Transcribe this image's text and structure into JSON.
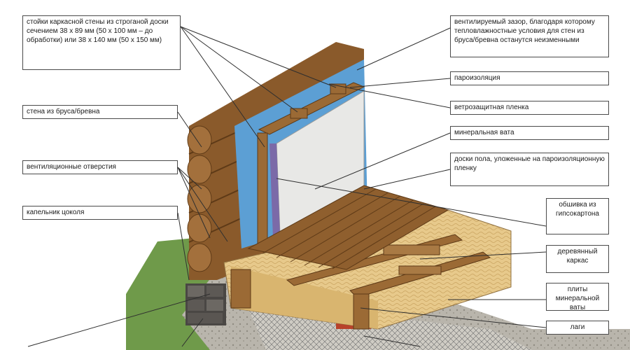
{
  "labels": {
    "studs": "стойки каркасной стены из строганой доски сечением 38 х 89 мм (50 х 100 мм – до обработки) или 38 х 140 мм (50 х 150 мм)",
    "log_wall": "стена из бруса/бревна",
    "vent_holes": "вентиляционные отверстия",
    "drip_edge": "капельник цоколя",
    "vent_gap": "вентилируемый зазор, благодаря которому тепловлажностные условия для стен из бруса/бревна останутся неизменными",
    "vapor_barrier": "пароизоляция",
    "wind_film": "ветрозащитная пленка",
    "mineral_wool": "минеральная вата",
    "floor_boards": "доски пола, уложенные на пароизоляционную пленку",
    "drywall": "обшивка из гипсокартона",
    "wood_frame": "деревянный каркас",
    "wool_slabs": "плиты минеральной ваты",
    "joists": "лаги"
  },
  "colors": {
    "log": "#8a5a2b",
    "log_dark": "#5e3a17",
    "insulation": "#e7c98b",
    "vapor_blue": "#5c9fd4",
    "ground_green": "#6f9a4a",
    "gravel": "#b5b1a8",
    "brick": "#b8422a",
    "drywall": "#e8e8e6",
    "line": "#2f2f2f"
  }
}
